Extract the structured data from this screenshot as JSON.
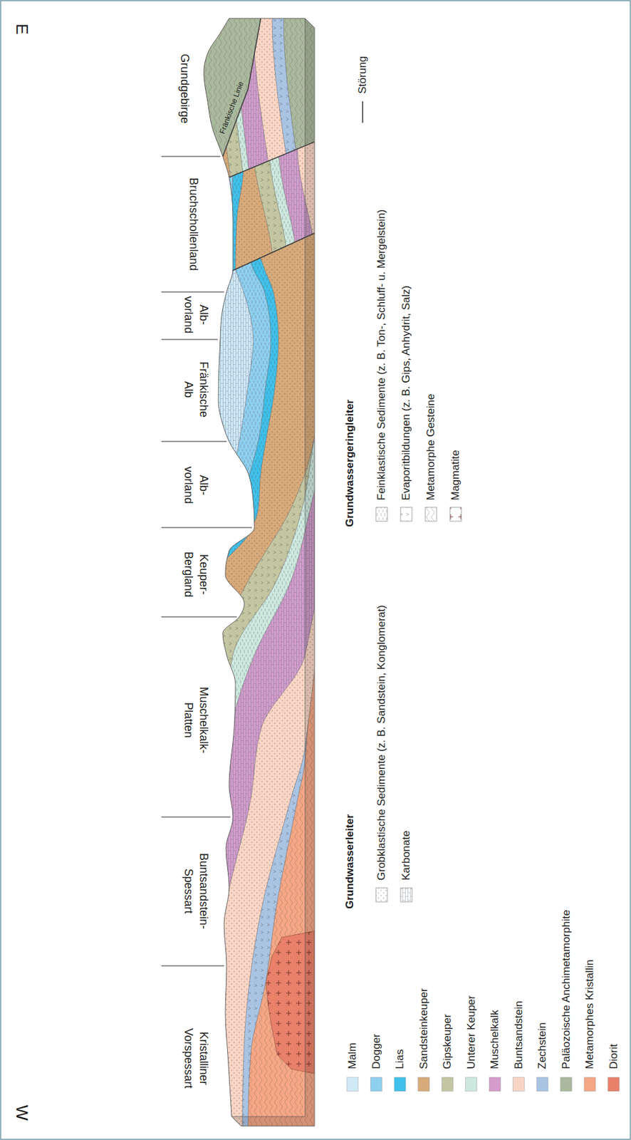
{
  "diagram": {
    "labels": [
      "W",
      "E",
      "Kristalliner Vorspessart",
      "Buntsandstein- Spessart",
      "Muschelkalk- Platten",
      "Keuper- Bergland",
      "Alb- vorland",
      "Fränkische Alb",
      "Alb- vorland",
      "Bruchschollenland",
      "Grundgebirge",
      "Fränkische Linie",
      "Grundwasserleiter",
      "Grundwassergeringleiter"
    ],
    "legend": [
      {
        "text": "Malm",
        "color": "#cfe9f7"
      },
      {
        "text": "Dogger",
        "color": "#8ecff0"
      },
      {
        "text": "Lias",
        "color": "#3fc0ea"
      },
      {
        "text": "Sandsteinkeuper",
        "color": "#d8aa7a"
      },
      {
        "text": "Gipskeuper",
        "color": "#c3c6a1"
      },
      {
        "text": "Unterer Keuper",
        "color": "#cde8df"
      },
      {
        "text": "Muschelkalk",
        "color": "#d49ccb"
      },
      {
        "text": "Buntsandstein",
        "color": "#f9d5c5"
      },
      {
        "text": "Zechstein",
        "color": "#a9c3e3"
      },
      {
        "text": "Paläozoische Anchimetamorphite",
        "color": "#a9b99d"
      },
      {
        "text": "Metamorphes Kristallin",
        "color": "#f4a785"
      },
      {
        "text": "Diorit",
        "color": "#e8806a"
      },
      {
        "text": "Grobklastische Sedimente (z. B. Sandstein, Konglomerat)"
      },
      {
        "text": "Karbonate"
      },
      {
        "text": "Feinklastische Sedimente (z. B. Ton-, Schluff- u. Mergelstein)"
      },
      {
        "text": "Evaporitbildungen (z. B. Gips, Anhydrit, Salz)"
      },
      {
        "text": "Metamorphe Gesteine"
      },
      {
        "text": "Magmatite"
      },
      {
        "text": "Störung"
      }
    ]
  }
}
